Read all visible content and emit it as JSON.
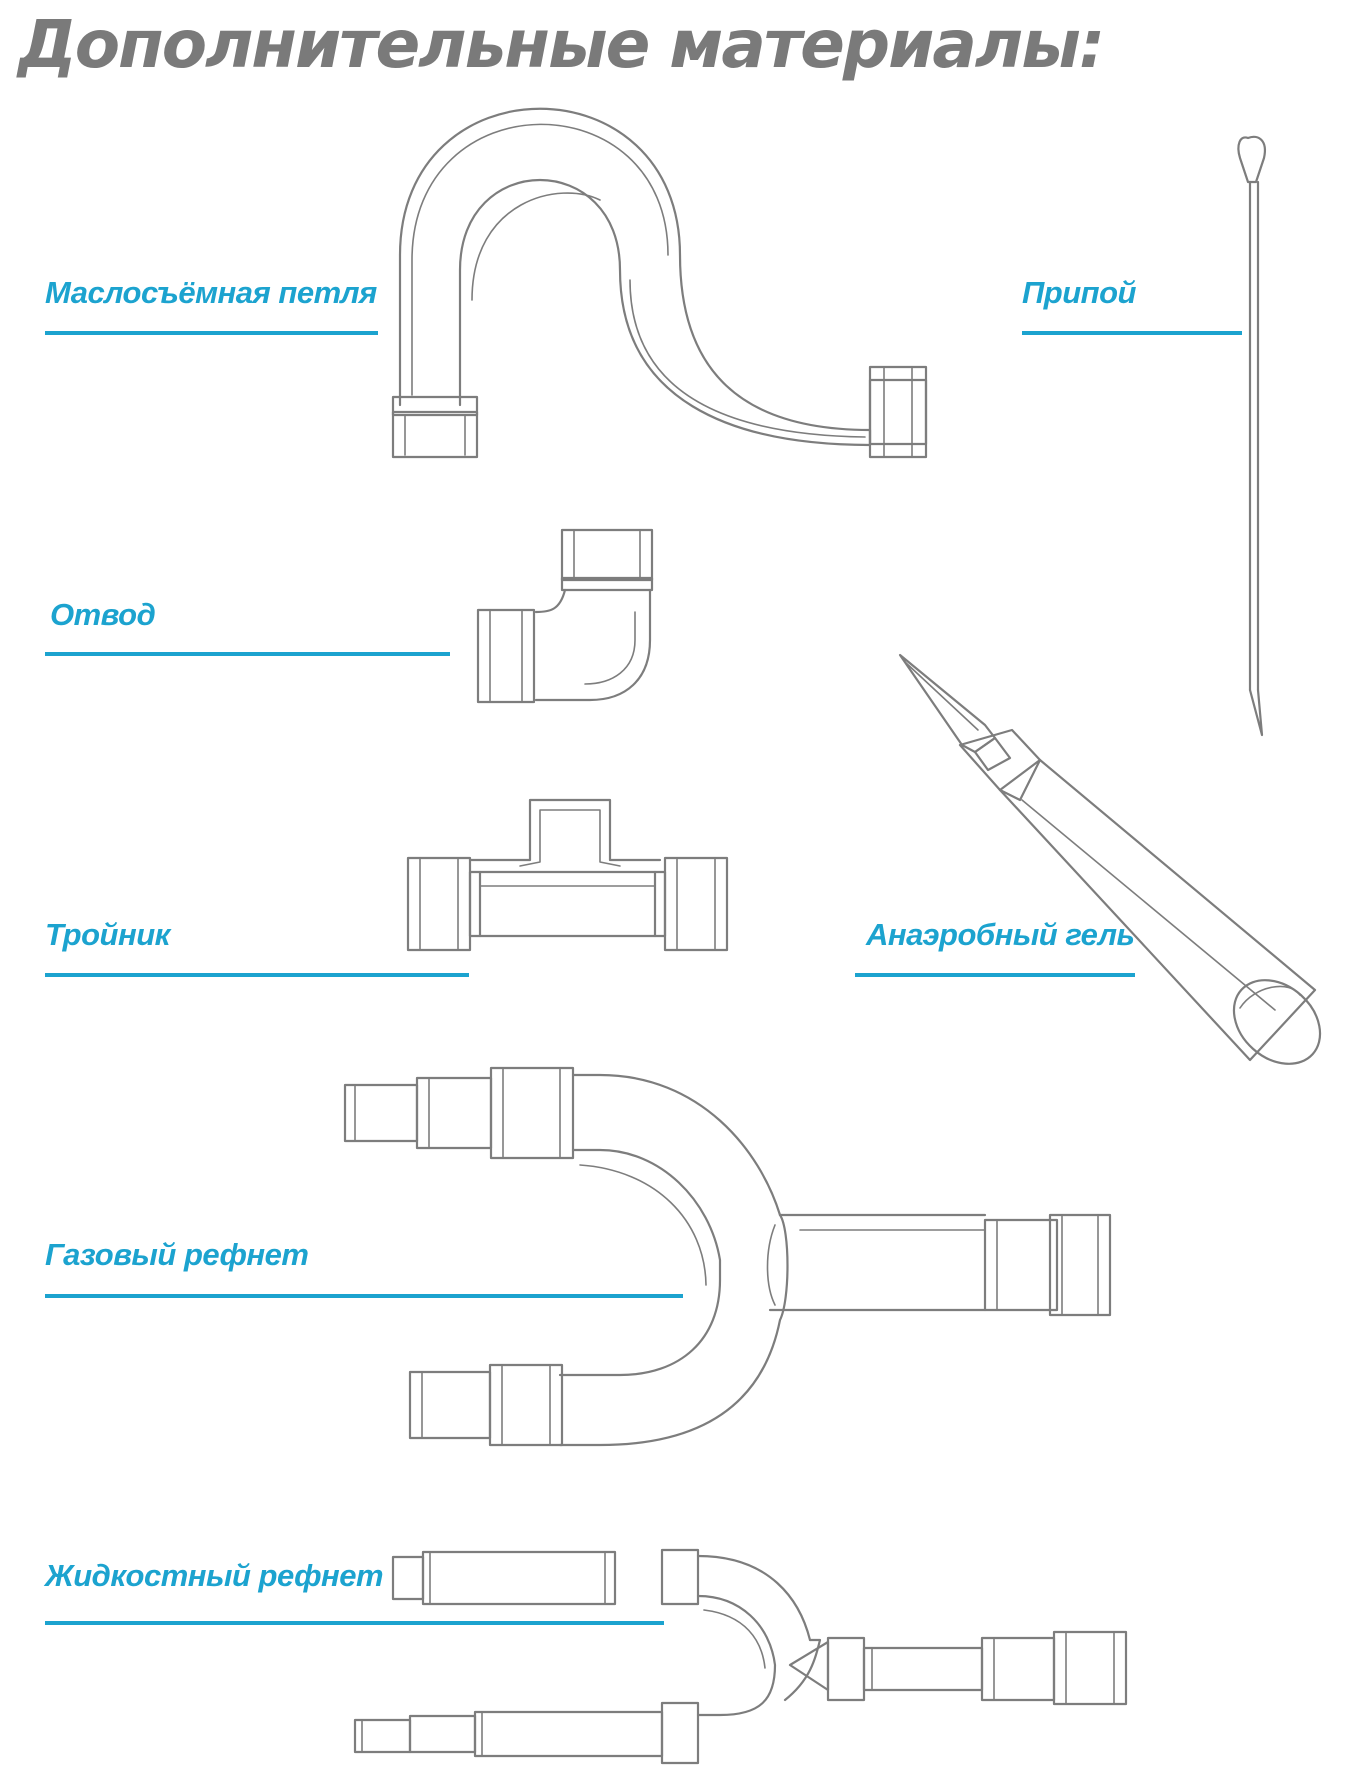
{
  "title": "Дополнительные материалы:",
  "items": [
    {
      "label": "Маслосъёмная петля",
      "icon": "oil-trap-loop"
    },
    {
      "label": "Припой",
      "icon": "solder-rod"
    },
    {
      "label": "Отвод",
      "icon": "elbow-fitting"
    },
    {
      "label": "Тройник",
      "icon": "tee-fitting"
    },
    {
      "label": "Анаэробный гель",
      "icon": "anaerobic-gel-tube"
    },
    {
      "label": "Газовый рефнет",
      "icon": "gas-refnet"
    },
    {
      "label": "Жидкостный рефнет",
      "icon": "liquid-refnet"
    }
  ],
  "colors": {
    "accent": "#1ca3cf",
    "title": "#7a7a7a",
    "line_art": "#7d7d7d"
  }
}
